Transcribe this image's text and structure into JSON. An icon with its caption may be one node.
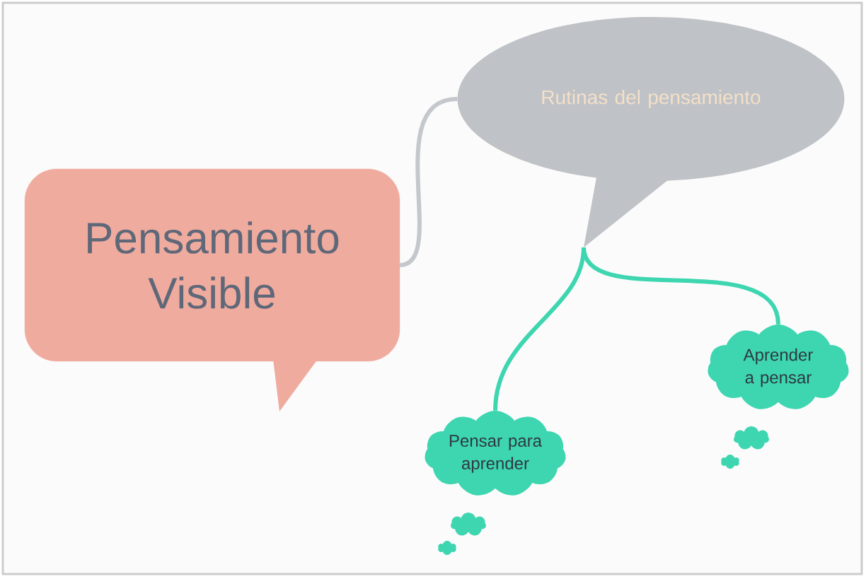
{
  "diagram": {
    "nodes": [
      {
        "text": [
          "Pensamiento Visible"
        ]
      },
      {
        "text": [
          "Rutinas del pensamiento"
        ]
      },
      {
        "text": [
          "Pensar para aprender"
        ]
      },
      {
        "text": [
          "Aprender a pensar"
        ]
      }
    ],
    "edges": [
      {
        "from": 0,
        "to": 1,
        "arrow": "none",
        "color": "#c4c7cc"
      },
      {
        "from": 1,
        "to": 2,
        "arrow": "none"
      },
      {
        "from": 1,
        "to": 3,
        "arrow": "none"
      }
    ]
  }
}
